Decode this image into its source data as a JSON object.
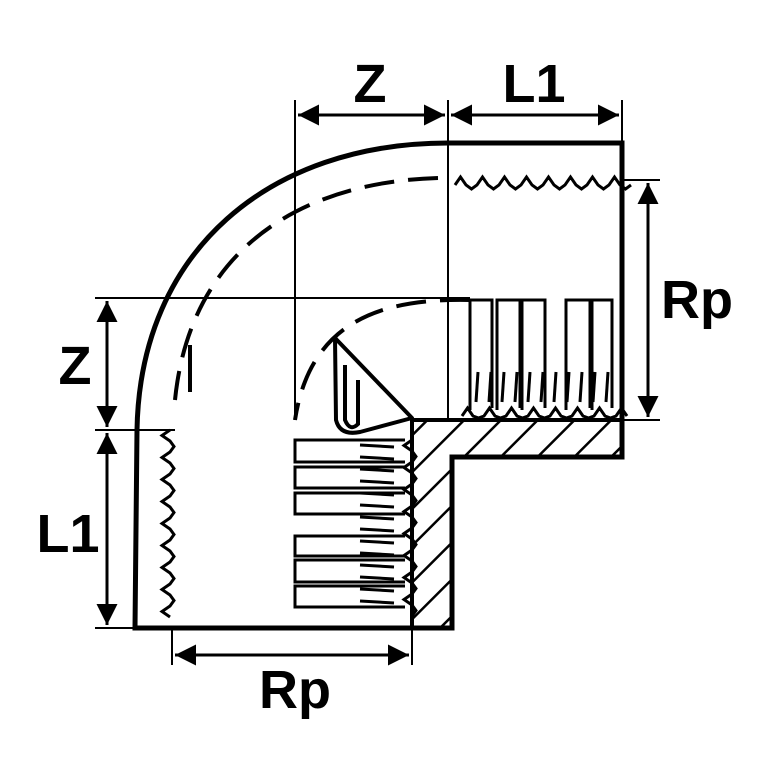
{
  "diagram": {
    "title": "",
    "labels": {
      "z_top": "Z",
      "l1_top": "L1",
      "rp_right": "Rp",
      "z_left": "Z",
      "l1_left": "L1",
      "rp_bottom": "Rp"
    },
    "colors": {
      "ink": "#000000",
      "paper": "#ffffff"
    }
  }
}
